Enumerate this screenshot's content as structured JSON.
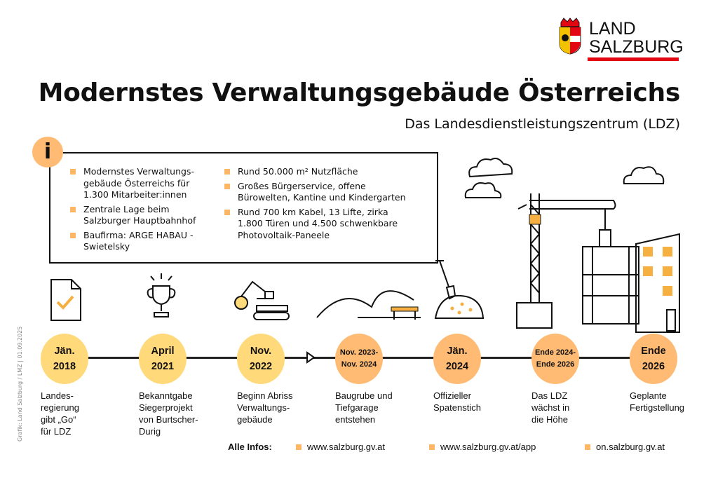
{
  "logo": {
    "text_line1": "LAND",
    "text_line2": "SALZBURG",
    "brand_color": "#E30613"
  },
  "header": {
    "title": "Modernstes Verwaltungsgebäude Österreichs",
    "subtitle": "Das Landesdienstleistungszentrum (LDZ)"
  },
  "info": {
    "icon_label": "i",
    "left": [
      "Modernstes Verwaltungs-gebäude Österreichs für 1.300 Mitarbeiter:innen",
      "Zentrale Lage beim Salzburger Hauptbahnhof",
      "Baufirma: ARGE HABAU - Swietelsky"
    ],
    "right": [
      "Rund 50.000 m² Nutzfläche",
      "Großes Bürgerservice, offene Bürowelten, Kantine und Kindergarten",
      "Rund 700 km Kabel, 13 Lifte, zirka 1.800 Türen und 4.500 schwenkbare Photovoltaik-Paneele"
    ]
  },
  "timeline": [
    {
      "date1": "Jän.",
      "date2": "2018",
      "desc": "Landes-\nregierung\ngibt „Go“\nfür LDZ",
      "color": "#FFD97A"
    },
    {
      "date1": "April",
      "date2": "2021",
      "desc": "Bekanntgabe\nSiegerprojekt\nvon Burtscher-\nDurig",
      "color": "#FFD97A"
    },
    {
      "date1": "Nov.",
      "date2": "2022",
      "desc": "Beginn Abriss\nVerwaltungs-\ngebäude",
      "color": "#FFD97A"
    },
    {
      "date1": "Nov. 2023-",
      "date2": "Nov. 2024",
      "desc": "Baugrube und\nTiefgarage\nentstehen",
      "color": "#FFBB73"
    },
    {
      "date1": "Jän.",
      "date2": "2024",
      "desc": "Offizieller\nSpatenstich",
      "color": "#FFBB73"
    },
    {
      "date1": "Ende 2024-",
      "date2": "Ende 2026",
      "desc": "Das LDZ\nwächst in\ndie Höhe",
      "color": "#FFBB73"
    },
    {
      "date1": "Ende",
      "date2": "2026",
      "desc": "Geplante\nFertigstellung",
      "color": "#FFBB73"
    }
  ],
  "footer": {
    "label": "Alle Infos:",
    "links": [
      "www.salzburg.gv.at",
      "www.salzburg.gv.at/app",
      "on.salzburg.gv.at"
    ]
  },
  "credit": "Grafik: Land Salzburg / LMZ  |  01.09.2025"
}
